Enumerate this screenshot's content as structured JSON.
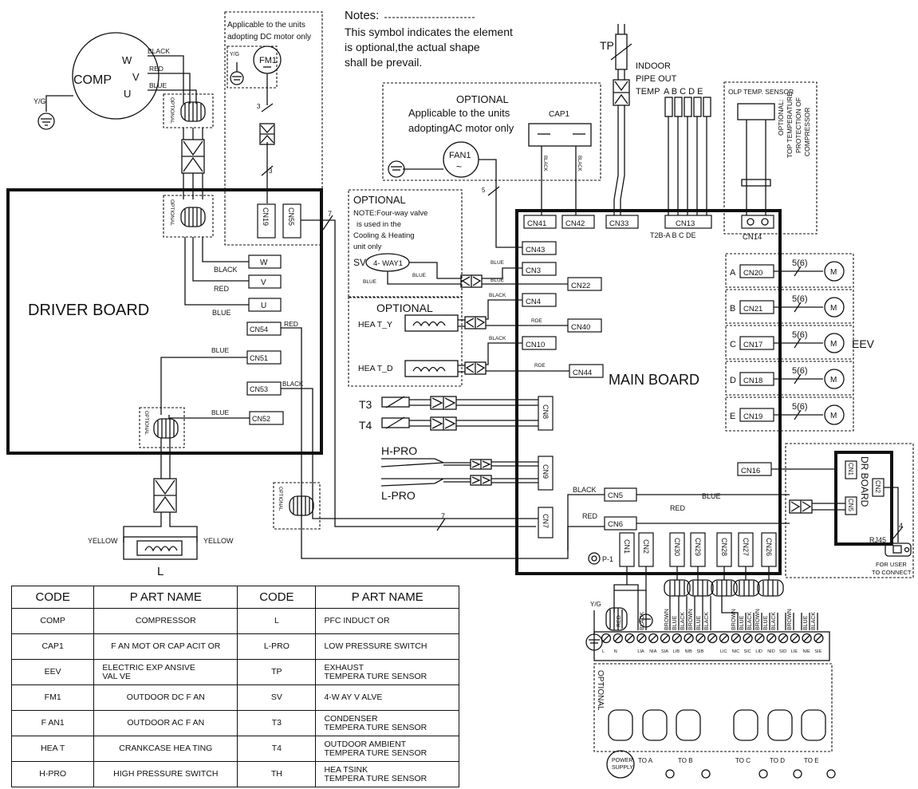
{
  "notes": {
    "heading": "Notes:",
    "line1": "This symbol indicates the element",
    "line2": "is optional,the actual shape",
    "line3": "shall be prevail."
  },
  "boards": {
    "driver": "DRIVER BOARD",
    "main": "MAIN BOARD",
    "dr": "DR BOARD"
  },
  "components": {
    "comp": "COMP",
    "phase_w": "W",
    "phase_v": "V",
    "phase_u": "U",
    "fm1": "FM1",
    "fan1": "FAN1",
    "fan1_sym": "~",
    "cap1": "CAP1",
    "sv": "SV",
    "four_way": "4- WAY1",
    "hea_y": "HEA T_Y",
    "hea_d": "HEA T_D",
    "t3": "T3",
    "t4": "T4",
    "hpro": "H-PRO",
    "lpro": "L-PRO",
    "tp": "TP",
    "reactor": "L",
    "eev": "EEV",
    "motor": "M",
    "p1": "P-1",
    "rj45": "RJ45",
    "for_user1": "FOR USER",
    "for_user2": "TO CONNECT",
    "power_supply1": "POWER",
    "power_supply2": "SUPPLY"
  },
  "labels": {
    "dc_only1": "Applicable to the units",
    "dc_only2": "adopting DC motor only",
    "ac_opt": "OPTIONAL",
    "ac_only1": "Applicable to the units",
    "ac_only2": "adoptingAC motor only",
    "sv_opt": "OPTIONAL",
    "sv_note1": "NOTE:Four-way valve",
    "sv_note2": "is used in the",
    "sv_note3": "Cooling & Heating",
    "sv_note4": "unit only",
    "hea_opt": "OPTIONAL",
    "optional_small": "OPTIONAL",
    "optional_vert": "OPTIONAL",
    "indoor1": "INDOOR",
    "indoor2": "PIPE OUT",
    "indoor3": "TEMP",
    "t2b_top": "A B C D E",
    "t2b_bottom": "T2B-A B C DE",
    "olp_title": "OLP TEMP. SENSOR",
    "olp_v1": "OPTIONAL:",
    "olp_v2": "TOP TEMPERATURE",
    "olp_v3": "PROTECTION OF",
    "olp_v4": "COMPRESSOR",
    "to_a": "TO A",
    "to_b": "TO B",
    "to_c": "TO C",
    "to_d": "TO D",
    "to_e": "TO E",
    "eev_a": "A",
    "eev_b": "B",
    "eev_c": "C",
    "eev_d": "D",
    "eev_e": "E",
    "count_3": "3",
    "count_5": "5",
    "count_7": "7",
    "count_4": "4",
    "count_56": "5(6)"
  },
  "wires": {
    "black": "BLACK",
    "red": "RED",
    "blue": "BLUE",
    "yellow": "YELLOW",
    "rde": "RDE",
    "yg": "Y/G",
    "brown": "BROWN"
  },
  "connectors": {
    "cn19": "CN19",
    "cn55": "CN55",
    "cn54": "CN54",
    "cn51": "CN51",
    "cn53": "CN53",
    "cn52": "CN52",
    "w": "W",
    "v": "V",
    "u": "U",
    "cn41": "CN41",
    "cn42": "CN42",
    "cn33": "CN33",
    "cn13": "CN13",
    "cn14": "CN14",
    "cn43": "CN43",
    "cn3": "CN3",
    "cn22": "CN22",
    "cn4": "CN4",
    "cn40": "CN40",
    "cn10": "CN10",
    "cn44": "CN44",
    "cn8": "CN8",
    "cn9": "CN9",
    "cn5": "CN5",
    "cn6": "CN6",
    "cn7": "CN7",
    "cn20": "CN20",
    "cn21": "CN21",
    "cn17": "CN17",
    "cn18": "CN18",
    "cn19b": "CN19",
    "cn16": "CN16",
    "cn1": "CN1",
    "cn2": "CN2",
    "cn30": "CN30",
    "cn29": "CN29",
    "cn28": "CN28",
    "cn27": "CN27",
    "cn26": "CN26",
    "dr_cn1": "CN1",
    "dr_cn2": "CN2",
    "dr_cn5": "CN5"
  },
  "terminals": [
    "L",
    "N",
    "",
    "LIA",
    "NIA",
    "SIA",
    "LIB",
    "NIB",
    "SIB",
    "",
    "LIC",
    "NIC",
    "SIC",
    "LID",
    "NID",
    "SID",
    "LIE",
    "NIE",
    "SIE"
  ],
  "table": {
    "headers": [
      "CODE",
      "P ART NAME",
      "CODE",
      "P ART NAME"
    ],
    "rows": [
      [
        "COMP",
        "COMPRESSOR",
        "L",
        "PFC INDUCT    OR"
      ],
      [
        "CAP1",
        "F AN MOT   OR CAP    ACIT  OR",
        "L-PRO",
        "LOW PRESSURE SWITCH"
      ],
      [
        "EEV",
        "ELECTRIC EXP        ANSIVE\nVAL VE",
        "TP",
        "EXHAUST\nTEMPERA     TURE SENSOR"
      ],
      [
        "FM1",
        "OUTDOOR DC  F       AN",
        "SV",
        "4-W AY V ALVE"
      ],
      [
        "F AN1",
        "OUTDOOR     AC F  AN",
        "T3",
        "CONDENSER\nTEMPERA     TURE SENSOR"
      ],
      [
        "HEA T",
        "CRANKCASE HEA          TING",
        "T4",
        "OUTDOOR     AMBIENT\nTEMPERA     TURE SENSOR"
      ],
      [
        "H-PRO",
        "HIGH PRESSURE SWITCH",
        "TH",
        "HEA TSINK\nTEMPERA     TURE SENSOR"
      ]
    ]
  }
}
